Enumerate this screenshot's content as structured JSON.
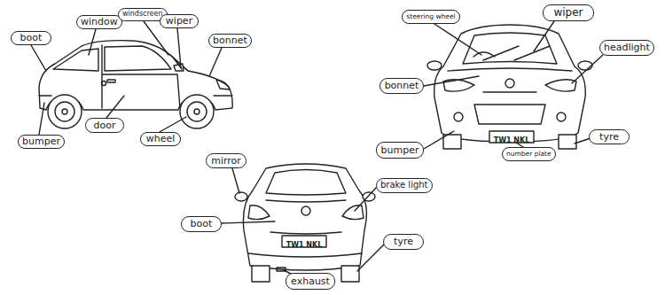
{
  "diagram": {
    "nodes": [
      {
        "text": [
          "boot"
        ]
      },
      {
        "text": [
          "window"
        ]
      },
      {
        "text": [
          "windscreen"
        ]
      },
      {
        "text": [
          "wiper"
        ]
      },
      {
        "text": [
          "bonnet"
        ]
      },
      {
        "text": [
          "bumper"
        ]
      },
      {
        "text": [
          "door"
        ]
      },
      {
        "text": [
          "wheel"
        ]
      },
      {
        "text": [
          "steering wheel"
        ]
      },
      {
        "text": [
          "wiper"
        ]
      },
      {
        "text": [
          "headlight"
        ]
      },
      {
        "text": [
          "bonnet"
        ]
      },
      {
        "text": [
          "tyre"
        ]
      },
      {
        "text": [
          "bumper"
        ]
      },
      {
        "text": [
          "number plate"
        ]
      },
      {
        "text": [
          "mirror"
        ]
      },
      {
        "text": [
          "brake light"
        ]
      },
      {
        "text": [
          "boot"
        ]
      },
      {
        "text": [
          "tyre"
        ]
      },
      {
        "text": [
          "exhaust"
        ]
      }
    ],
    "labels": [
      "TW1 NKL",
      "TW1 NKL"
    ]
  }
}
